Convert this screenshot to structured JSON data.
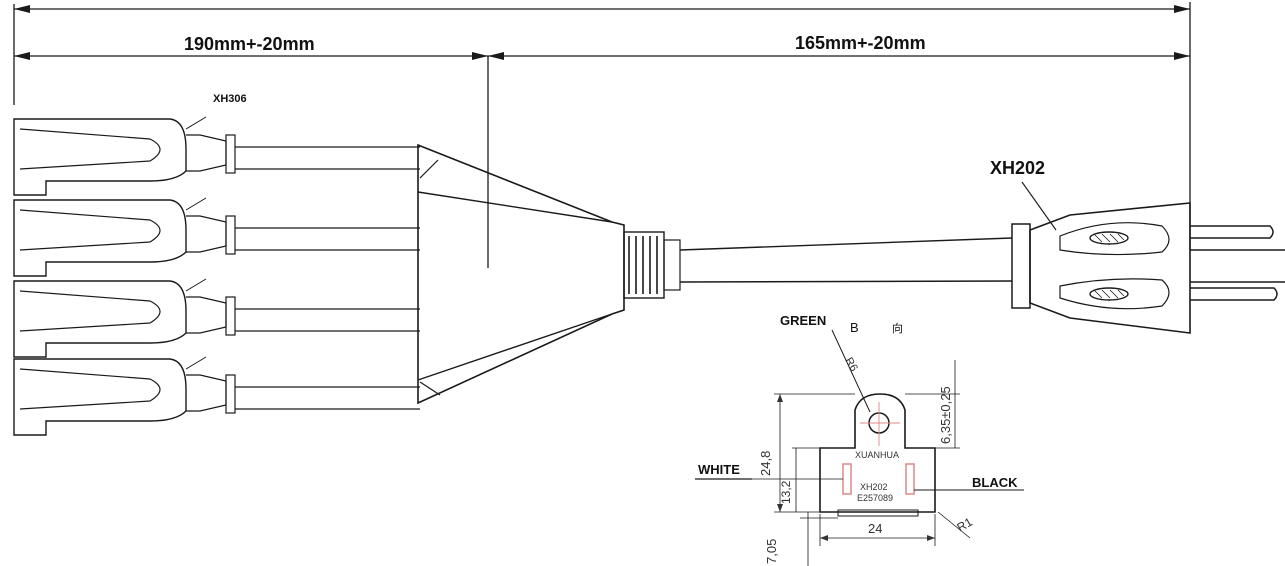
{
  "dimensions": {
    "left_length": "190mm+-20mm",
    "right_length": "165mm+-20mm"
  },
  "parts": {
    "outlet_model": "XH306",
    "plug_model": "XH202"
  },
  "view": {
    "label_b": "B",
    "label_dir": "向",
    "green": "GREEN",
    "white": "WHITE",
    "black": "BLACK",
    "brand": "XUANHUA",
    "model": "XH202",
    "cert": "E257089",
    "r6": "R6",
    "r1": "R1",
    "d_top": "6,35±0,25",
    "d_height": "24,8",
    "d_mid": "13,2",
    "d_bottom": "7,05",
    "d_width": "24"
  }
}
